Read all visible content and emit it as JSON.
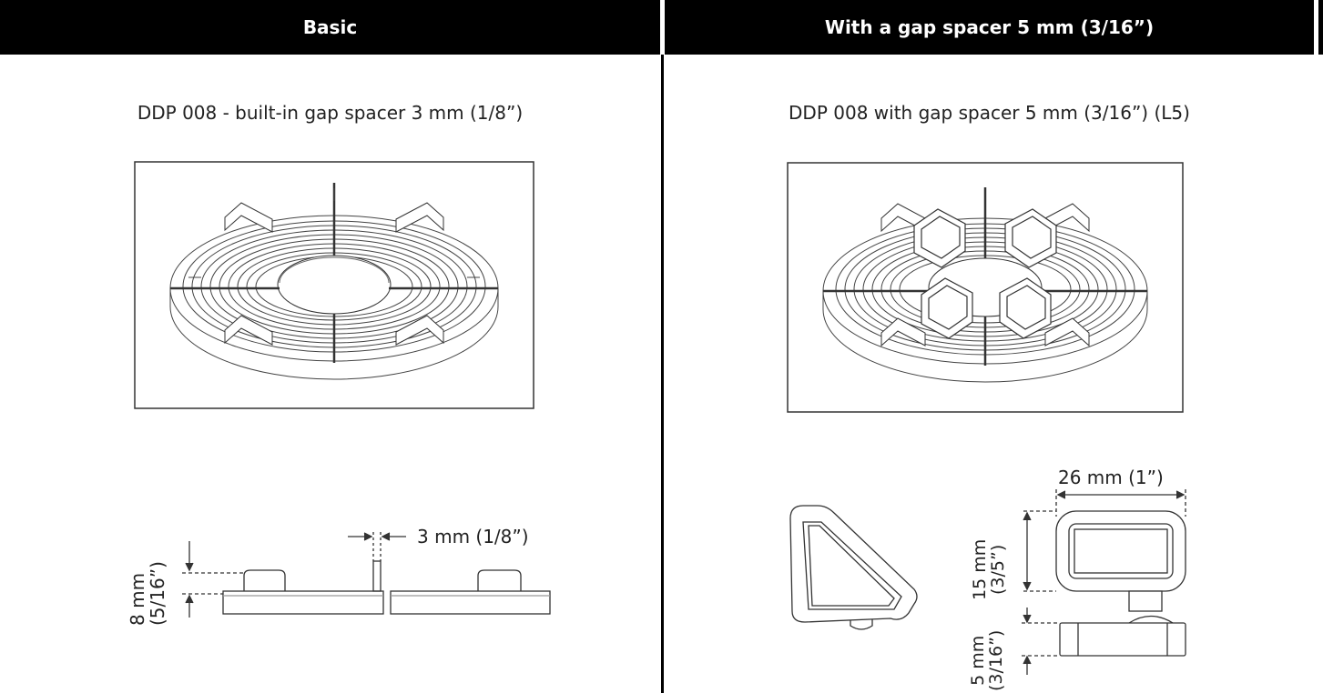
{
  "columns": {
    "basic": {
      "header": "Basic",
      "caption": "DDP 008 - built-in gap spacer 3 mm (1/8”)",
      "dims": {
        "gap": "3 mm (1/8”)",
        "height": "8 mm",
        "height_in": "(5/16”)"
      }
    },
    "spacer": {
      "header": "With a gap spacer 5 mm (3/16”)",
      "caption": "DDP 008 with gap spacer 5 mm (3/16”) (L5)",
      "dims": {
        "width": "26 mm (1”)",
        "height": "15 mm",
        "height_in": "(3/5”)",
        "thickness": "5 mm",
        "thickness_in": "(3/16”)"
      }
    }
  }
}
